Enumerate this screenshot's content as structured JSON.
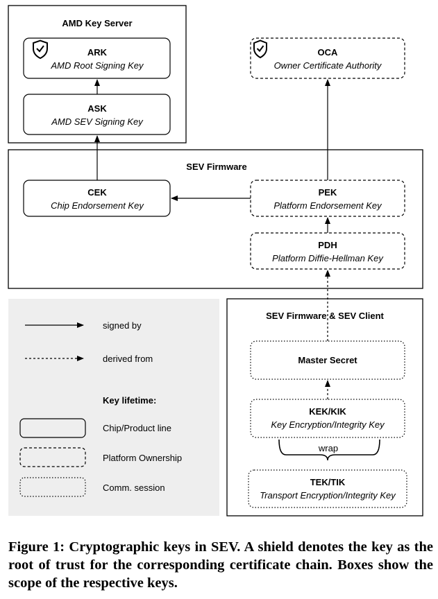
{
  "regions": {
    "amd_key_server": "AMD Key Server",
    "sev_firmware": "SEV Firmware",
    "sev_firmware_client": "SEV Firmware & SEV Client"
  },
  "keys": {
    "ark": {
      "name": "ARK",
      "desc": "AMD Root Signing Key",
      "shield": true
    },
    "ask": {
      "name": "ASK",
      "desc": "AMD SEV Signing Key"
    },
    "oca": {
      "name": "OCA",
      "desc": "Owner Certificate Authority",
      "shield": true
    },
    "cek": {
      "name": "CEK",
      "desc": "Chip Endorsement Key"
    },
    "pek": {
      "name": "PEK",
      "desc": "Platform Endorsement Key"
    },
    "pdh": {
      "name": "PDH",
      "desc": "Platform Diffie-Hellman Key"
    },
    "master": {
      "name": "Master Secret"
    },
    "kek": {
      "name": "KEK/KIK",
      "desc": "Key Encryption/Integrity Key"
    },
    "tek": {
      "name": "TEK/TIK",
      "desc": "Transport Encryption/Integrity Key"
    }
  },
  "wrap_label": "wrap",
  "legend": {
    "signed_by": "signed by",
    "derived_from": "derived from",
    "lifetime_title": "Key lifetime:",
    "chip": "Chip/Product line",
    "platform": "Platform Ownership",
    "session": "Comm. session"
  },
  "caption": "Figure 1: Cryptographic keys in SEV. A shield denotes the key as the root of trust for the corresponding certificate chain. Boxes show the scope of the respective keys."
}
